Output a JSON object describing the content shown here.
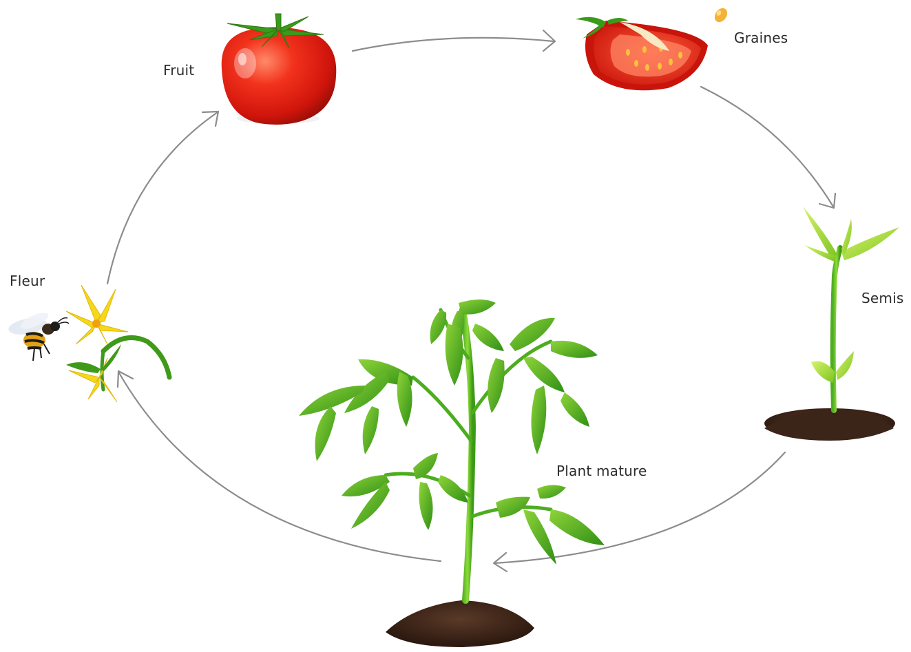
{
  "diagram": {
    "stages": {
      "fruit": "Fruit",
      "graines": "Graines",
      "semis": "Semis",
      "plant_mature": "Plant mature",
      "fleur": "Fleur"
    },
    "colors": {
      "arrow": "#8c8c8c",
      "tomato_red": "#e21f12",
      "leaf_green": "#4cad1f",
      "light_green": "#a6e02c",
      "soil": "#3a2418",
      "flower_yellow": "#f5d81a"
    },
    "icons": [
      "tomato-icon",
      "tomato-slice-icon",
      "seed-icon",
      "seedling-icon",
      "mature-plant-icon",
      "flower-icon",
      "bee-icon"
    ]
  }
}
